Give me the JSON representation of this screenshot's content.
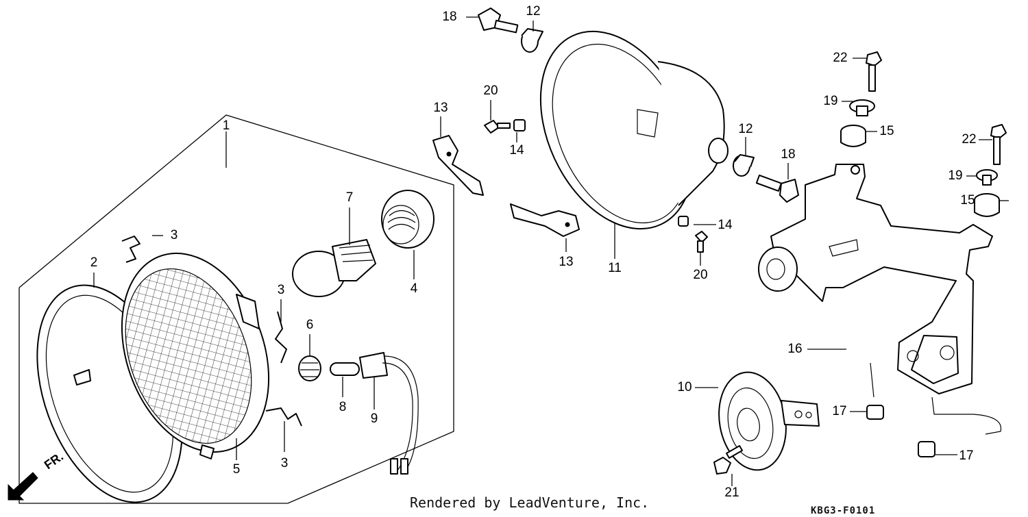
{
  "callouts": {
    "c1": "1",
    "c2": "2",
    "c3a": "3",
    "c3b": "3",
    "c3c": "3",
    "c4": "4",
    "c5": "5",
    "c6": "6",
    "c7": "7",
    "c8": "8",
    "c9": "9",
    "c10": "10",
    "c11": "11",
    "c12a": "12",
    "c12b": "12",
    "c13a": "13",
    "c13b": "13",
    "c14a": "14",
    "c14b": "14",
    "c15a": "15",
    "c15b": "15",
    "c16": "16",
    "c17a": "17",
    "c17b": "17",
    "c18a": "18",
    "c18b": "18",
    "c19a": "19",
    "c19b": "19",
    "c20a": "20",
    "c20b": "20",
    "c21": "21",
    "c22a": "22",
    "c22b": "22"
  },
  "direction_marker": "FR.",
  "footer": {
    "credit": "Rendered by LeadVenture, Inc.",
    "diagram_code": "KBG3-F0101"
  }
}
